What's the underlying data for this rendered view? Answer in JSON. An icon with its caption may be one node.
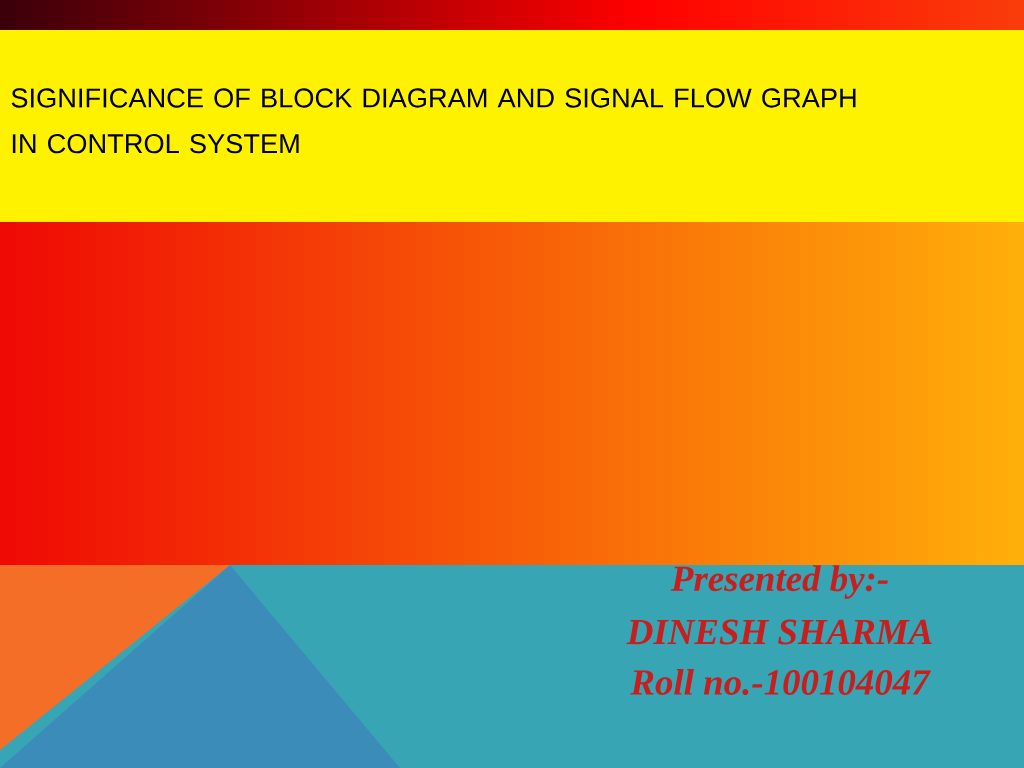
{
  "diagram": {
    "title": "SIGNIFICANCE OF BLOCK DIAGRAM AND SIGNAL FLOW GRAPH IN CONTROL SYSTEM",
    "labels": [
      "Presented by:-",
      "DINESH SHARMA",
      "Roll no.-100104047"
    ]
  }
}
